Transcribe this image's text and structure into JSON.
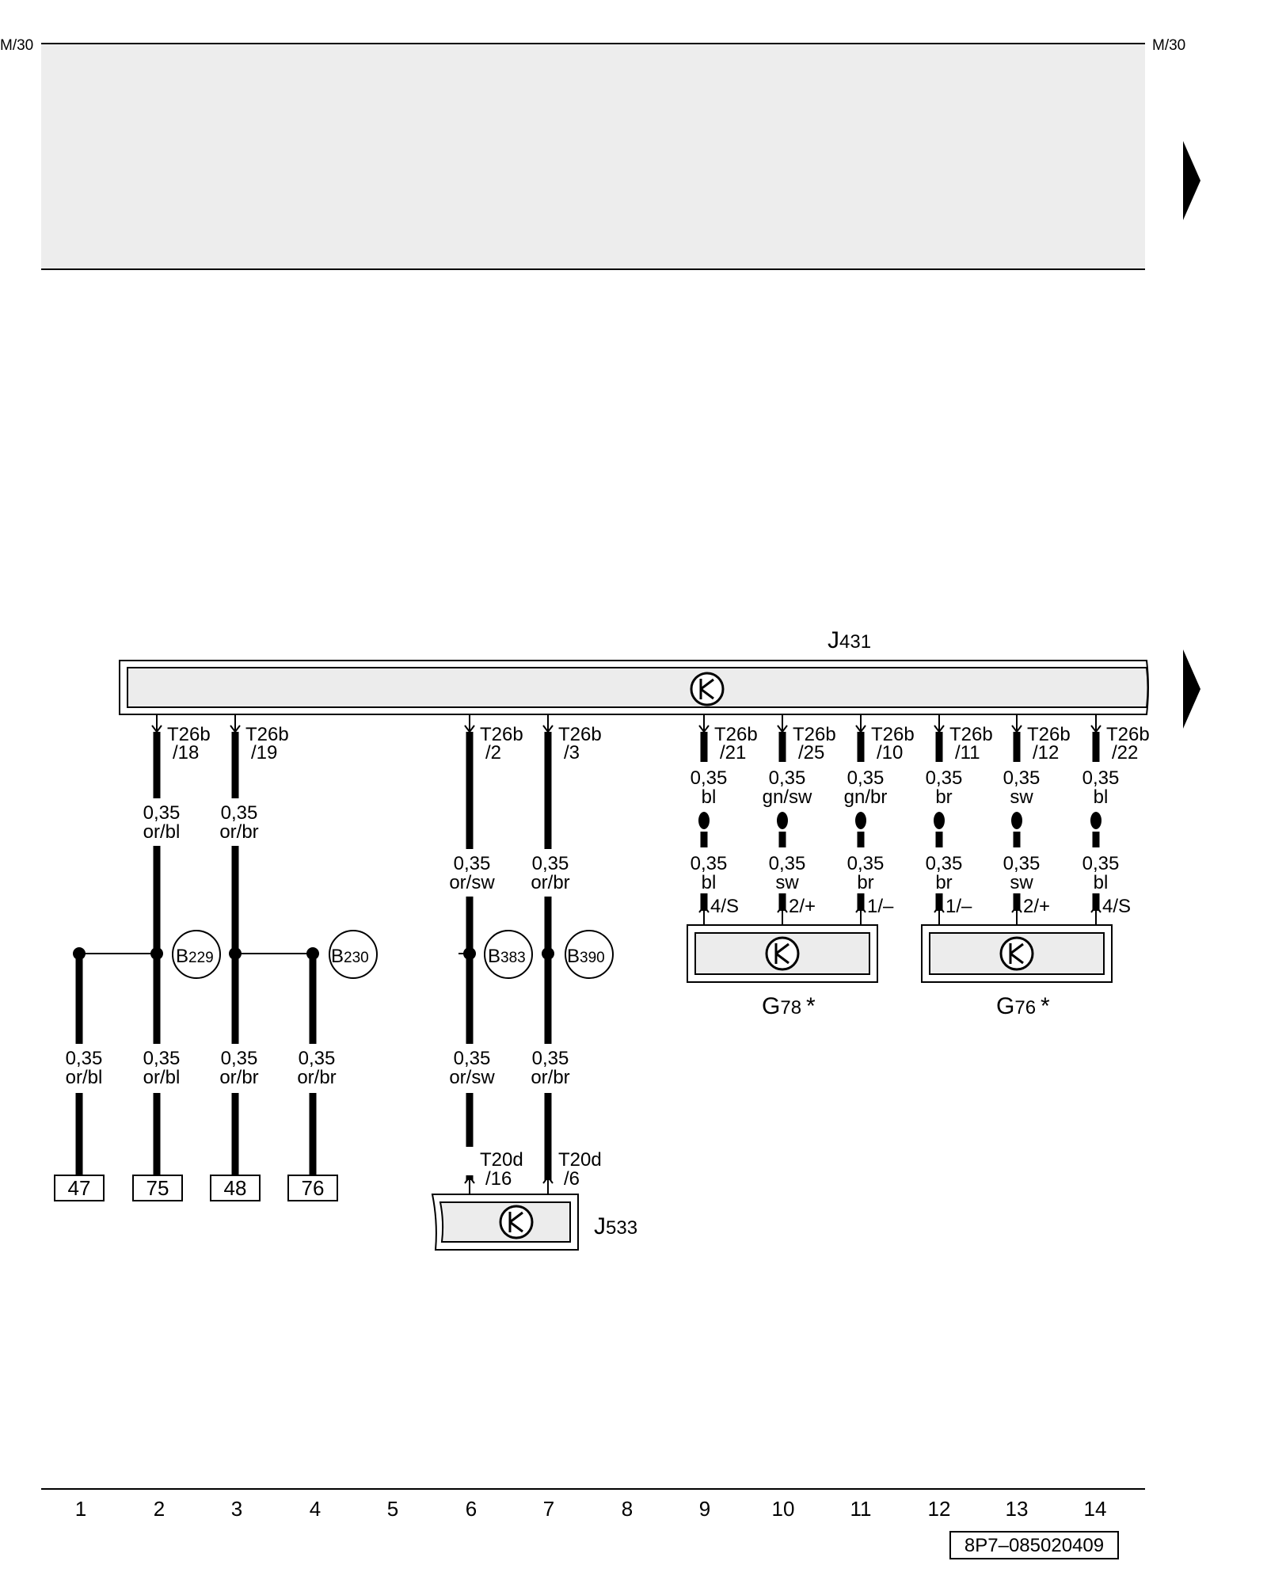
{
  "header": {
    "left_ref": "M/30",
    "right_ref": "M/30"
  },
  "components": {
    "j431": {
      "name": "J",
      "num": "431"
    },
    "j533": {
      "name": "J",
      "num": "533"
    },
    "g78": {
      "name": "G",
      "num": "78",
      "mark": "*"
    },
    "g76": {
      "name": "G",
      "num": "76",
      "mark": "*"
    }
  },
  "splices": [
    {
      "id": "b229",
      "letter": "B",
      "num": "229"
    },
    {
      "id": "b230",
      "letter": "B",
      "num": "230"
    },
    {
      "id": "b383",
      "letter": "B",
      "num": "383"
    },
    {
      "id": "b390",
      "letter": "B",
      "num": "390"
    }
  ],
  "wires": {
    "w2_top": {
      "pin1": "T26b",
      "pin2": "/18",
      "gauge": "0,35",
      "color": "or/bl"
    },
    "w3_top": {
      "pin1": "T26b",
      "pin2": "/19",
      "gauge": "0,35",
      "color": "or/br"
    },
    "w6_top": {
      "pin1": "T26b",
      "pin2": "/2",
      "gauge": "0,35",
      "color": "or/sw"
    },
    "w7_top": {
      "pin1": "T26b",
      "pin2": "/3",
      "gauge": "0,35",
      "color": "or/br"
    },
    "w9_top": {
      "pin1": "T26b",
      "pin2": "/21",
      "gauge": "0,35",
      "color": "bl"
    },
    "w10_top": {
      "pin1": "T26b",
      "pin2": "/25",
      "gauge": "0,35",
      "color": "gn/sw"
    },
    "w11_top": {
      "pin1": "T26b",
      "pin2": "/10",
      "gauge": "0,35",
      "color": "gn/br"
    },
    "w12_top": {
      "pin1": "T26b",
      "pin2": "/11",
      "gauge": "0,35",
      "color": "br"
    },
    "w13_top": {
      "pin1": "T26b",
      "pin2": "/12",
      "gauge": "0,35",
      "color": "sw"
    },
    "w14_top": {
      "pin1": "T26b",
      "pin2": "/22",
      "gauge": "0,35",
      "color": "bl"
    },
    "w9_low": {
      "gauge": "0,35",
      "color": "bl",
      "pin": "4/S"
    },
    "w10_low": {
      "gauge": "0,35",
      "color": "sw",
      "pin": "2/+"
    },
    "w11_low": {
      "gauge": "0,35",
      "color": "br",
      "pin": "1/–"
    },
    "w12_low": {
      "gauge": "0,35",
      "color": "br",
      "pin": "1/–"
    },
    "w13_low": {
      "gauge": "0,35",
      "color": "sw",
      "pin": "2/+"
    },
    "w14_low": {
      "gauge": "0,35",
      "color": "bl",
      "pin": "4/S"
    },
    "w1_bot": {
      "gauge": "0,35",
      "color": "or/bl"
    },
    "w2_bot": {
      "gauge": "0,35",
      "color": "or/bl"
    },
    "w3_bot": {
      "gauge": "0,35",
      "color": "or/br"
    },
    "w4_bot": {
      "gauge": "0,35",
      "color": "or/br"
    },
    "w6_bot": {
      "gauge": "0,35",
      "color": "or/sw",
      "pin1": "T20d",
      "pin2": "/16"
    },
    "w7_bot": {
      "gauge": "0,35",
      "color": "or/br",
      "pin1": "T20d",
      "pin2": "/6"
    }
  },
  "refs": [
    "47",
    "75",
    "48",
    "76"
  ],
  "columns": [
    "1",
    "2",
    "3",
    "4",
    "5",
    "6",
    "7",
    "8",
    "9",
    "10",
    "11",
    "12",
    "13",
    "14"
  ],
  "doc_number": "8P7–085020409"
}
